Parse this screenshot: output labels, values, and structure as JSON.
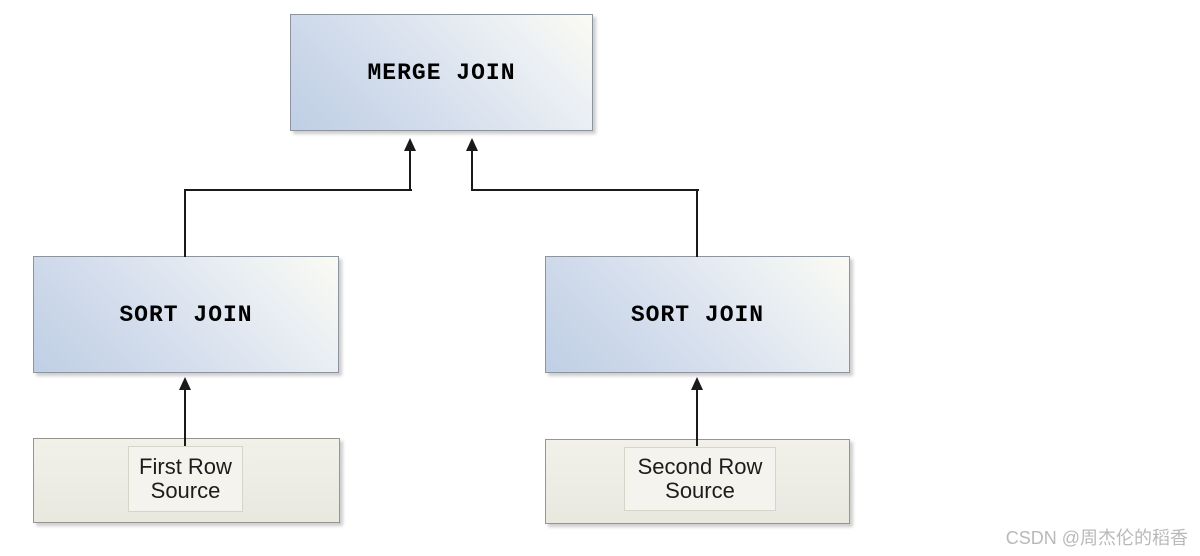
{
  "diagram": {
    "type": "query-plan-tree",
    "nodes": [
      {
        "id": "merge-join",
        "label": "MERGE JOIN"
      },
      {
        "id": "sort-join-left",
        "label": "SORT JOIN"
      },
      {
        "id": "sort-join-right",
        "label": "SORT JOIN"
      },
      {
        "id": "first-row-source",
        "lines": [
          "First Row",
          "Source"
        ]
      },
      {
        "id": "second-row-source",
        "lines": [
          "Second Row",
          "Source"
        ]
      }
    ],
    "edges": [
      {
        "from": "first-row-source",
        "to": "sort-join-left"
      },
      {
        "from": "second-row-source",
        "to": "sort-join-right"
      },
      {
        "from": "sort-join-left",
        "to": "merge-join"
      },
      {
        "from": "sort-join-right",
        "to": "merge-join"
      }
    ],
    "colors": {
      "join_box_fill_start": "#bfcfe4",
      "join_box_fill_end": "#fbfbf3",
      "source_box_fill": "#eeede5",
      "box_border": "#8d949e",
      "connector_line": "#1a1a1a"
    }
  },
  "watermark": {
    "text": "CSDN @周杰伦的稻香",
    "color": "#b9b9b9"
  }
}
